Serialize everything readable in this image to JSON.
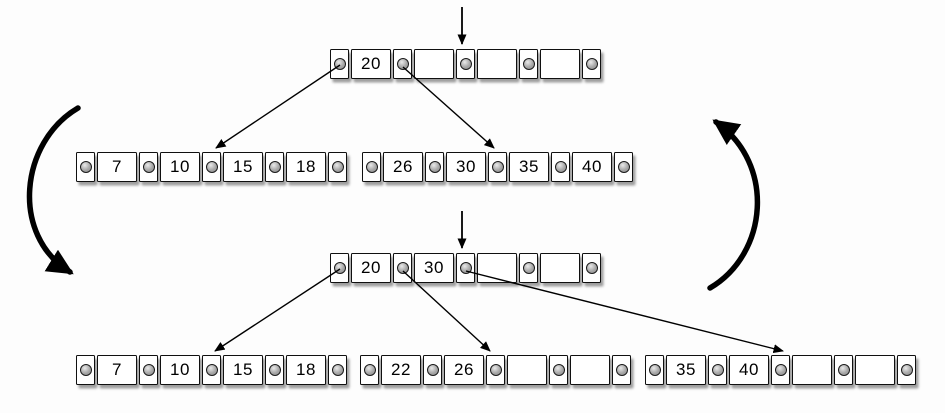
{
  "colors": {
    "background": "#fdfdfd",
    "cell_fill": "#ffffff",
    "cell_border": "#101010",
    "pointer_dot": "#a6a6a6",
    "arrow_stroke": "#000000"
  },
  "before": {
    "root": {
      "keys": [
        "20",
        "",
        "",
        ""
      ]
    },
    "leaves": [
      {
        "keys": [
          "7",
          "10",
          "15",
          "18"
        ]
      },
      {
        "keys": [
          "26",
          "30",
          "35",
          "40"
        ]
      }
    ]
  },
  "after": {
    "root": {
      "keys": [
        "20",
        "30",
        "",
        ""
      ]
    },
    "leaves": [
      {
        "keys": [
          "7",
          "10",
          "15",
          "18"
        ]
      },
      {
        "keys": [
          "22",
          "26",
          "",
          ""
        ]
      },
      {
        "keys": [
          "35",
          "40",
          "",
          ""
        ]
      }
    ]
  },
  "icons": {
    "insert_cursor": "down-arrow",
    "child_link": "thin-arrow",
    "cycle_left": "thick-curved-arrow-down",
    "cycle_right": "thick-curved-arrow-up"
  }
}
